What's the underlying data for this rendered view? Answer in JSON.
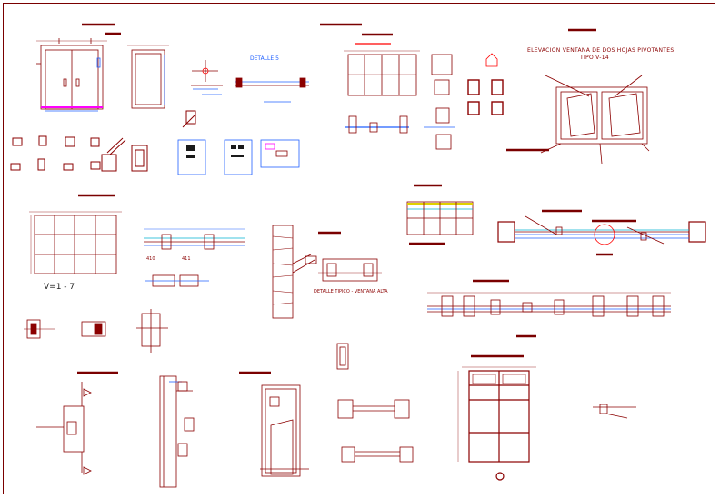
{
  "texts": {
    "detalle5": "DETALLE 5",
    "elevacion_title": "ELEVACION VENTANA DE DOS HOJAS PIVOTANTES",
    "tipo": "TIPO V-14",
    "v1_7": "V=1 - 7",
    "detalle_tipico": "DETALLE TIPICO - VENTANA ALTA",
    "fig_410": "410",
    "fig_411": "411"
  },
  "colors": {
    "linework": "#8b0000",
    "accent_blue": "#2060ff",
    "accent_cyan": "#00b0d0",
    "accent_magenta": "#e000e0",
    "accent_yellow": "#e0d000",
    "accent_red": "#ff0000"
  }
}
